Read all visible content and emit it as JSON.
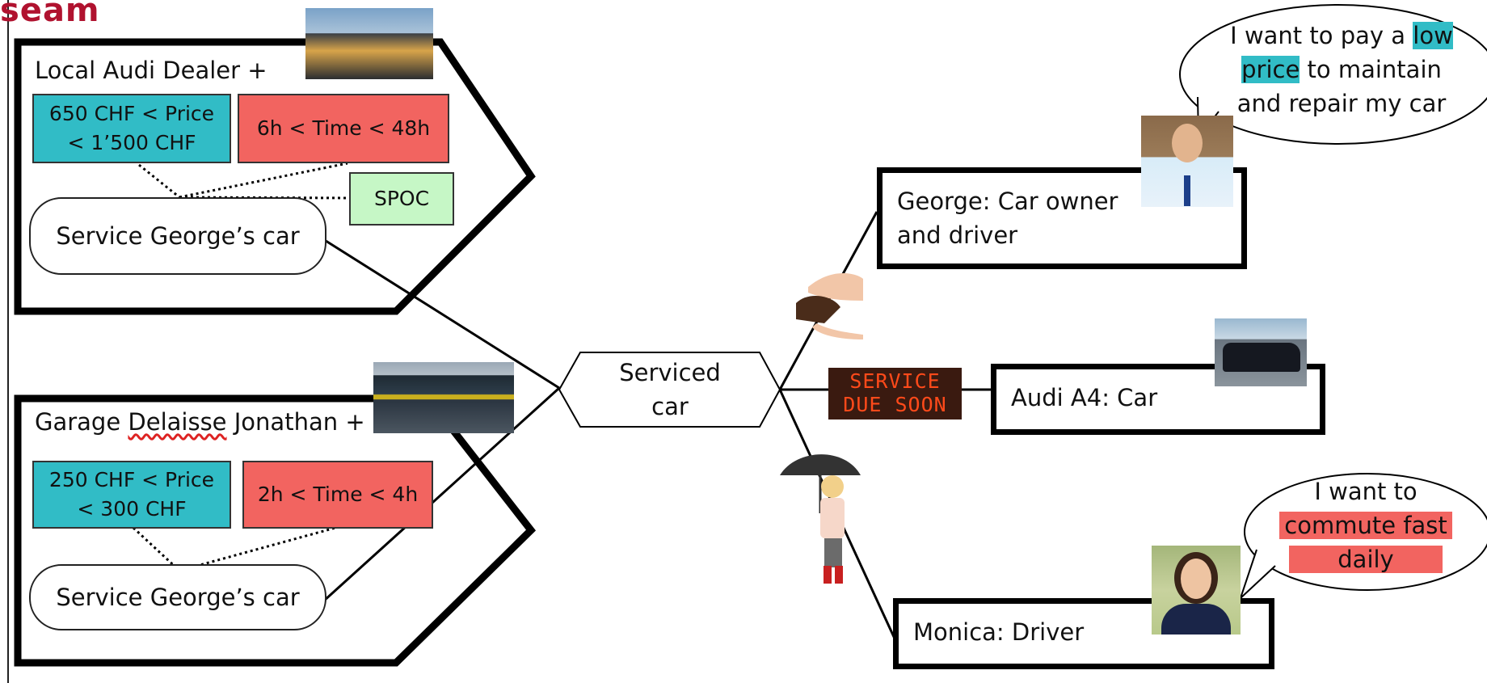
{
  "logo": "seam",
  "system_1": {
    "title": "Local Audi Dealer +",
    "price_line1": "650 CHF < Price",
    "price_line2": "< 1’500 CHF",
    "time": "6h < Time < 48h",
    "spoc": "SPOC",
    "service": "Service George’s car"
  },
  "system_2": {
    "title_part1": "Garage ",
    "title_underlined": "Delaisse",
    "title_part2": " Jonathan +",
    "price_line1": "250 CHF < Price",
    "price_line2": "< 300 CHF",
    "time": "2h < Time < 4h",
    "service": "Service George’s car"
  },
  "hub": {
    "line1": "Serviced",
    "line2": "car"
  },
  "led_sign": {
    "line1": "SERVICE",
    "line2": "DUE SOON"
  },
  "actors": {
    "george_line1": "George: Car owner",
    "george_line2": "and driver",
    "car": "Audi A4: Car",
    "monica": "Monica: Driver"
  },
  "george_bubble": {
    "l1_a": "I want to pay a ",
    "l1_hl": "low",
    "l2_hl": "price",
    "l2_b": " to maintain",
    "l3": "and repair my car"
  },
  "monica_bubble": {
    "l1": "I want to",
    "l2_hl": "commute fast",
    "l3_hl": "daily"
  },
  "colors": {
    "teal": "#31bcc6",
    "red": "#f26460",
    "green": "#c6f7c6",
    "logo": "#b0122f"
  }
}
